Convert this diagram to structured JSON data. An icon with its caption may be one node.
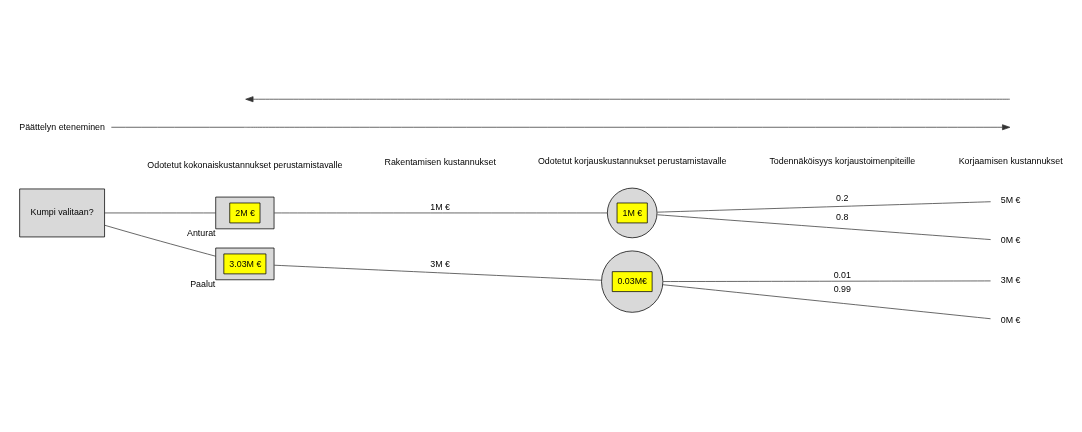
{
  "diagram": {
    "nodes": [
      {
        "text": [
          "Kumpi valitaan?"
        ]
      },
      {
        "text": [
          "2M €"
        ],
        "beside": [
          "Anturat"
        ]
      },
      {
        "text": [
          "3.03M €"
        ],
        "beside": [
          "Paalut"
        ]
      },
      {
        "text": [
          "1M €"
        ]
      },
      {
        "text": [
          "0.03M€"
        ]
      },
      {
        "text": [
          "5M €"
        ]
      },
      {
        "text": [
          "0M €"
        ]
      },
      {
        "text": [
          "3M €"
        ]
      },
      {
        "text": [
          "0M €"
        ]
      },
      {
        "text": [
          "Päättelyn eteneminen"
        ]
      }
    ],
    "edges": [
      {
        "from": 0,
        "to": 1,
        "arrow": "none"
      },
      {
        "from": 0,
        "to": 2,
        "arrow": "none"
      },
      {
        "from": 1,
        "to": 3,
        "arrow": "none",
        "label": "1M €"
      },
      {
        "from": 2,
        "to": 4,
        "arrow": "none",
        "label": "3M €"
      },
      {
        "from": 3,
        "to": 5,
        "arrow": "none",
        "label": "0.2"
      },
      {
        "from": 3,
        "to": 6,
        "arrow": "none",
        "label": "0.8"
      },
      {
        "from": 4,
        "to": 7,
        "arrow": "none",
        "label": "0.01"
      },
      {
        "from": 4,
        "to": 8,
        "arrow": "none",
        "label": "0.99"
      },
      {
        "from": 9,
        "to": null,
        "arrow": "to"
      }
    ],
    "labels": [
      "Odotetut kokonaiskustannukset perustamistavalle",
      "Rakentamisen kustannukset",
      "Odotetut korjauskustannukset perustamistavalle",
      "Todennäköisyys korjaustoimenpiteille",
      "Korjaamisen kustannukset"
    ]
  }
}
